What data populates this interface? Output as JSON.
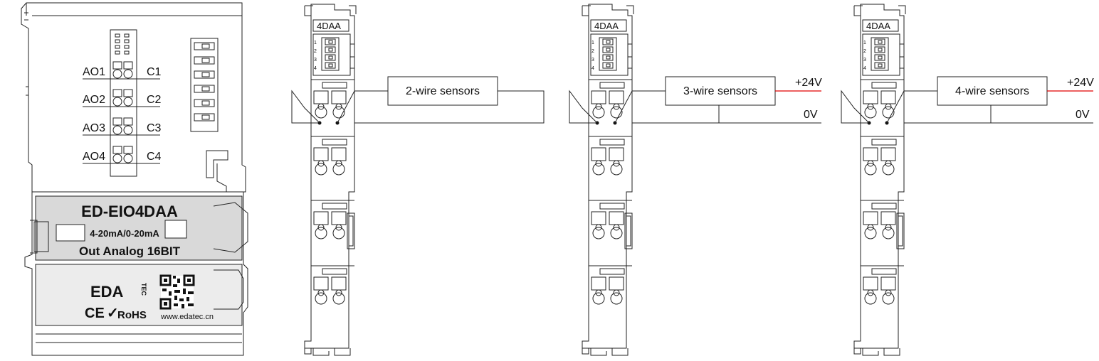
{
  "module": {
    "model": "ED-EIO4DAA",
    "range": "4-20mA/0-20mA",
    "description": "Out Analog 16BIT",
    "brand": "EDA",
    "brand_suffix": "TEC",
    "certification": "RoHS",
    "website": "www.edatec.cn",
    "outputs": [
      {
        "ao": "AO1",
        "c": "C1"
      },
      {
        "ao": "AO2",
        "c": "C2"
      },
      {
        "ao": "AO3",
        "c": "C3"
      },
      {
        "ao": "AO4",
        "c": "C4"
      }
    ]
  },
  "wiring": [
    {
      "module_label": "4DAA",
      "leds": [
        "1",
        "2",
        "3",
        "4"
      ],
      "sensor": "2-wire sensors",
      "supply": "",
      "ground": ""
    },
    {
      "module_label": "4DAA",
      "leds": [
        "1",
        "2",
        "3",
        "4"
      ],
      "sensor": "3-wire sensors",
      "supply": "+24V",
      "ground": "0V"
    },
    {
      "module_label": "4DAA",
      "leds": [
        "1",
        "2",
        "3",
        "4"
      ],
      "sensor": "4-wire sensors",
      "supply": "+24V",
      "ground": "0V"
    }
  ],
  "colors": {
    "line": "#222222",
    "supply_wire": "#e00000",
    "panel": "#ececec"
  }
}
